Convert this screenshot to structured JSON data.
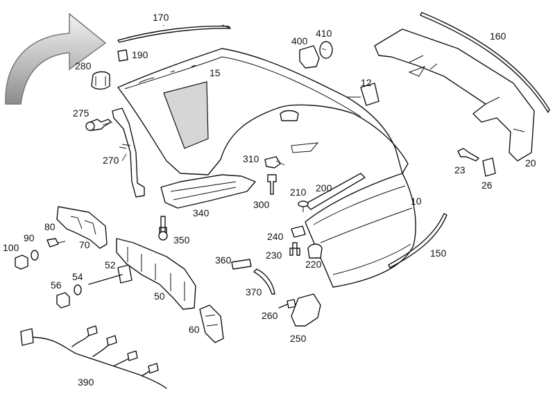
{
  "diagram": {
    "callouts": [
      {
        "key": "p170",
        "label": "170"
      },
      {
        "key": "p160",
        "label": "160"
      },
      {
        "key": "p190",
        "label": "190"
      },
      {
        "key": "p280",
        "label": "280"
      },
      {
        "key": "p15",
        "label": "15"
      },
      {
        "key": "p400",
        "label": "400"
      },
      {
        "key": "p410",
        "label": "410"
      },
      {
        "key": "p12",
        "label": "12"
      },
      {
        "key": "p275",
        "label": "275"
      },
      {
        "key": "p270",
        "label": "270"
      },
      {
        "key": "p310",
        "label": "310"
      },
      {
        "key": "p23",
        "label": "23"
      },
      {
        "key": "p20",
        "label": "20"
      },
      {
        "key": "p26",
        "label": "26"
      },
      {
        "key": "p300",
        "label": "300"
      },
      {
        "key": "p210",
        "label": "210"
      },
      {
        "key": "p200",
        "label": "200"
      },
      {
        "key": "p10",
        "label": "10"
      },
      {
        "key": "p340",
        "label": "340"
      },
      {
        "key": "p80",
        "label": "80"
      },
      {
        "key": "p90",
        "label": "90"
      },
      {
        "key": "p100",
        "label": "100"
      },
      {
        "key": "p70",
        "label": "70"
      },
      {
        "key": "p350",
        "label": "350"
      },
      {
        "key": "p240",
        "label": "240"
      },
      {
        "key": "p150",
        "label": "150"
      },
      {
        "key": "p52",
        "label": "52"
      },
      {
        "key": "p54",
        "label": "54"
      },
      {
        "key": "p56",
        "label": "56"
      },
      {
        "key": "p360",
        "label": "360"
      },
      {
        "key": "p230",
        "label": "230"
      },
      {
        "key": "p220",
        "label": "220"
      },
      {
        "key": "p370",
        "label": "370"
      },
      {
        "key": "p50",
        "label": "50"
      },
      {
        "key": "p260",
        "label": "260"
      },
      {
        "key": "p60",
        "label": "60"
      },
      {
        "key": "p250",
        "label": "250"
      },
      {
        "key": "p390",
        "label": "390"
      }
    ]
  }
}
